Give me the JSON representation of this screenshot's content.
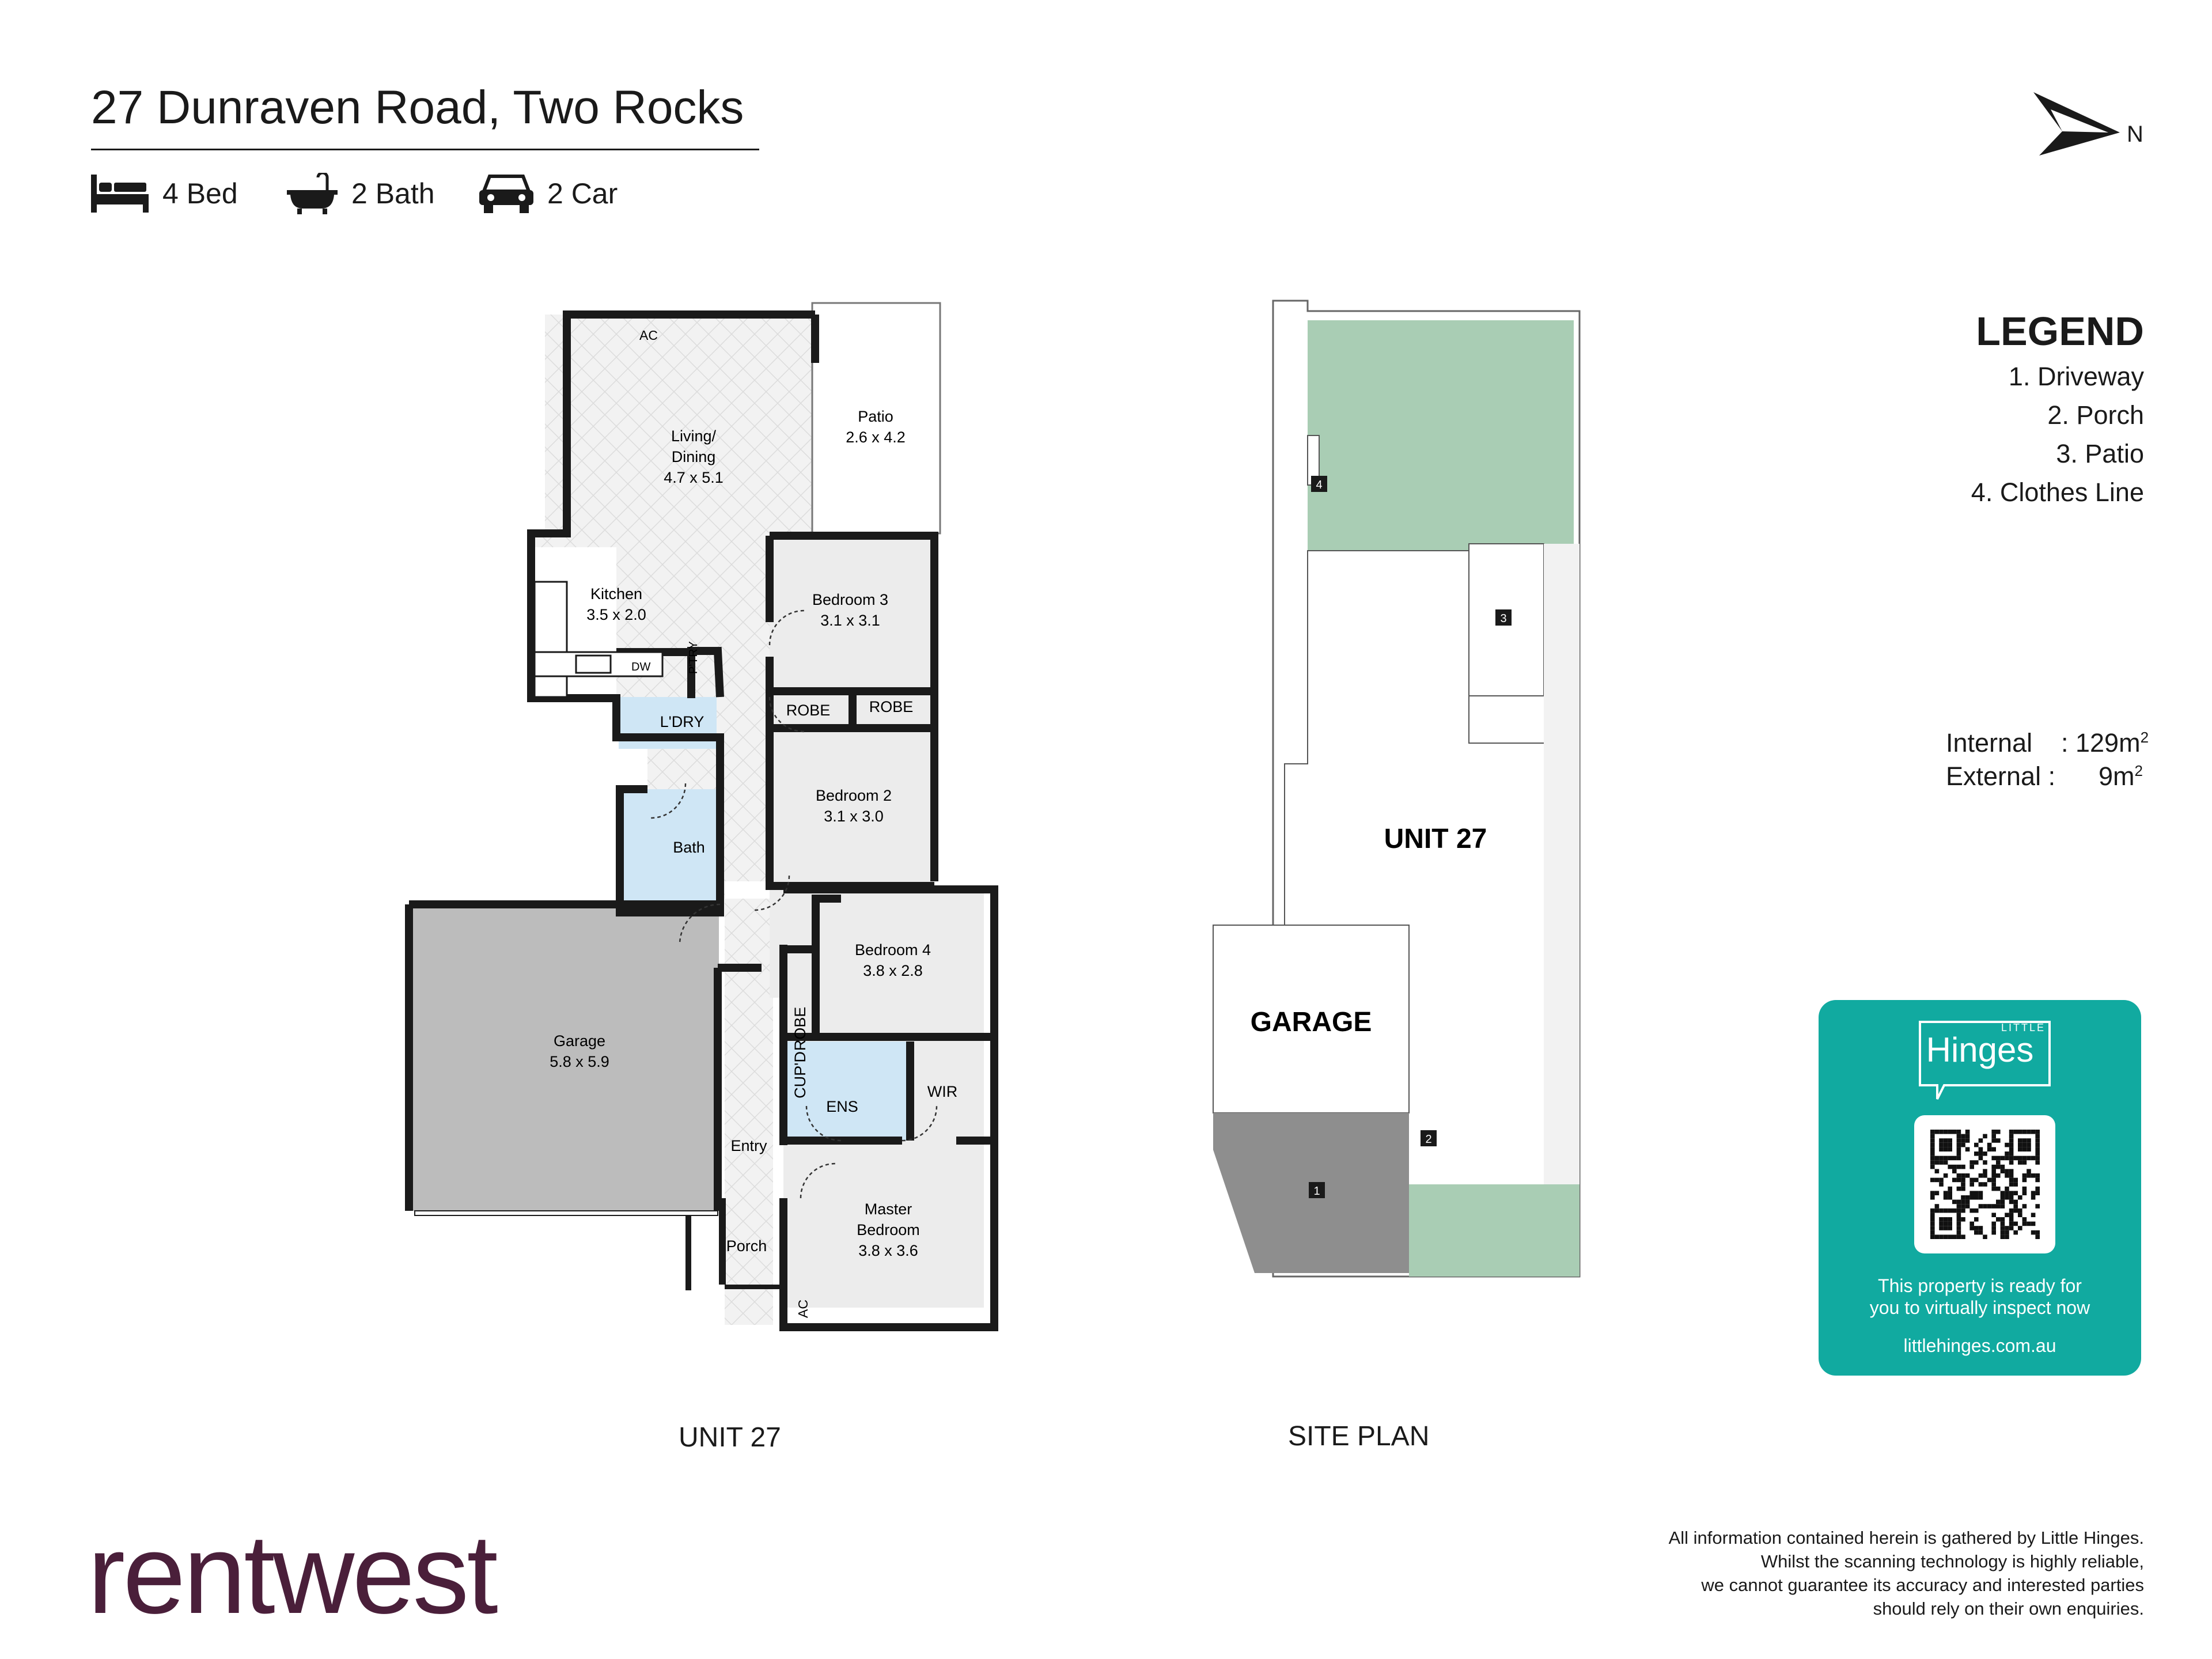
{
  "header": {
    "title": "27 Dunraven Road, Two Rocks",
    "features": [
      {
        "icon": "bed-icon",
        "label": "4 Bed"
      },
      {
        "icon": "bath-icon",
        "label": "2 Bath"
      },
      {
        "icon": "car-icon",
        "label": "2 Car"
      }
    ]
  },
  "compass": {
    "label": "N"
  },
  "floor_plan": {
    "caption": "UNIT 27",
    "rooms": [
      {
        "id": "living",
        "name": "Living/\nDining",
        "size": "4.7 x 5.1"
      },
      {
        "id": "patio",
        "name": "Patio",
        "size": "2.6 x 4.2"
      },
      {
        "id": "kitchen",
        "name": "Kitchen",
        "size": "3.5 x 2.0"
      },
      {
        "id": "bedroom3",
        "name": "Bedroom 3",
        "size": "3.1 x 3.1"
      },
      {
        "id": "bedroom2",
        "name": "Bedroom 2",
        "size": "3.1 x 3.0"
      },
      {
        "id": "bedroom4",
        "name": "Bedroom 4",
        "size": "3.8 x 2.8"
      },
      {
        "id": "garage",
        "name": "Garage",
        "size": "5.8 x 5.9"
      },
      {
        "id": "master",
        "name": "Master\nBedroom",
        "size": "3.8 x 3.6"
      }
    ],
    "labels": {
      "ac_top": "AC",
      "ac_bottom": "AC",
      "dw": "DW",
      "ptry": "P'TRY",
      "ldry": "L'DRY",
      "bath": "Bath",
      "robe_left": "ROBE",
      "robe_right": "ROBE",
      "robe_vert": "ROBE",
      "cupd": "CUP'D",
      "ens": "ENS",
      "wir": "WIR",
      "entry": "Entry",
      "porch": "Porch"
    }
  },
  "site_plan": {
    "caption": "SITE PLAN",
    "unit_label": "UNIT 27",
    "garage_label": "GARAGE",
    "markers": [
      "1",
      "2",
      "3",
      "4"
    ]
  },
  "legend": {
    "title": "LEGEND",
    "items": [
      "1. Driveway",
      "2. Porch",
      "3. Patio",
      "4. Clothes Line"
    ]
  },
  "areas": {
    "internal_label": "Internal",
    "internal_value": ": 129m",
    "external_label": "External :",
    "external_value": "9m",
    "unit_sup": "2"
  },
  "promo": {
    "brand_small": "LITTLE",
    "brand": "Hinges",
    "line1": "This property is ready for",
    "line2": "you to virtually inspect now",
    "url": "littlehinges.com.au"
  },
  "logo": {
    "text": "rentwest"
  },
  "disclaimer": [
    "All information contained herein is gathered by Little Hinges.",
    "Whilst the scanning technology is highly reliable,",
    "we cannot guarantee its accuracy and interested parties",
    "should rely on their own enquiries."
  ],
  "colors": {
    "wall": "#1a1a1a",
    "garage_fill": "#bcbcbc",
    "room_fill": "#ececec",
    "wet_fill": "#cfe6f5",
    "lawn": "#a9cdb4",
    "driveway": "#8e8e8e",
    "promo": "#11aaa0",
    "brand": "#4a1f3a"
  }
}
